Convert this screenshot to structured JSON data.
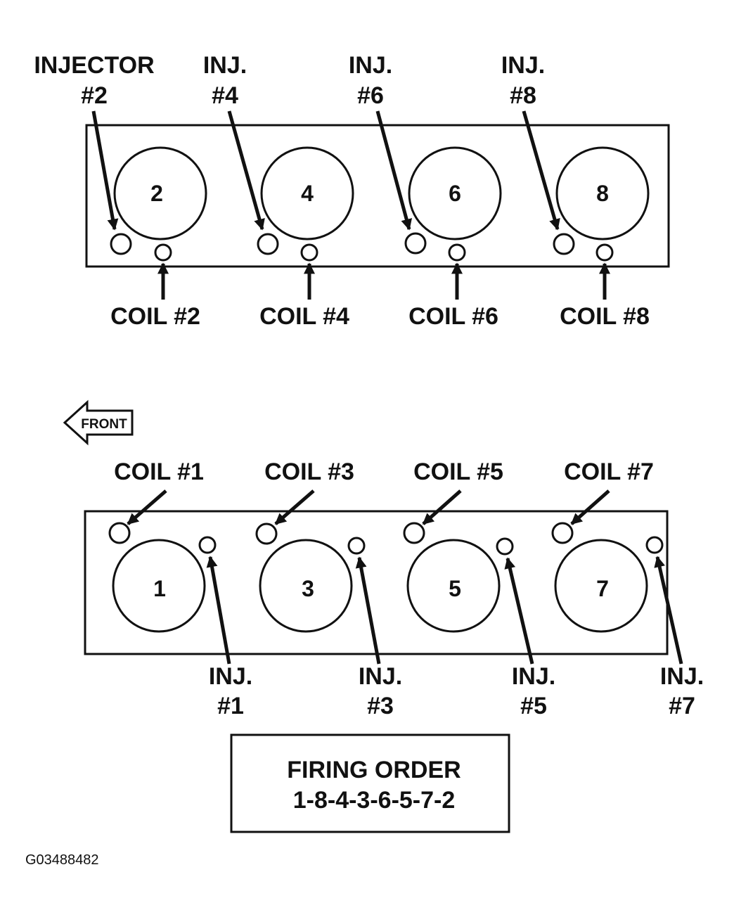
{
  "top_bank": {
    "injector_labels": [
      {
        "line1": "INJECTOR",
        "line2": "#2"
      },
      {
        "line1": "INJ.",
        "line2": "#4"
      },
      {
        "line1": "INJ.",
        "line2": "#6"
      },
      {
        "line1": "INJ.",
        "line2": "#8"
      }
    ],
    "cylinders": [
      "2",
      "4",
      "6",
      "8"
    ],
    "coil_labels": [
      "COIL #2",
      "COIL #4",
      "COIL #6",
      "COIL #8"
    ]
  },
  "front_indicator": "FRONT",
  "bottom_bank": {
    "coil_labels": [
      "COIL #1",
      "COIL #3",
      "COIL #5",
      "COIL #7"
    ],
    "cylinders": [
      "1",
      "3",
      "5",
      "7"
    ],
    "injector_labels": [
      {
        "line1": "INJ.",
        "line2": "#1"
      },
      {
        "line1": "INJ.",
        "line2": "#3"
      },
      {
        "line1": "INJ.",
        "line2": "#5"
      },
      {
        "line1": "INJ.",
        "line2": "#7"
      }
    ]
  },
  "firing_order": {
    "title": "FIRING ORDER",
    "sequence": "1-8-4-3-6-5-7-2"
  },
  "figure_code": "G03488482"
}
